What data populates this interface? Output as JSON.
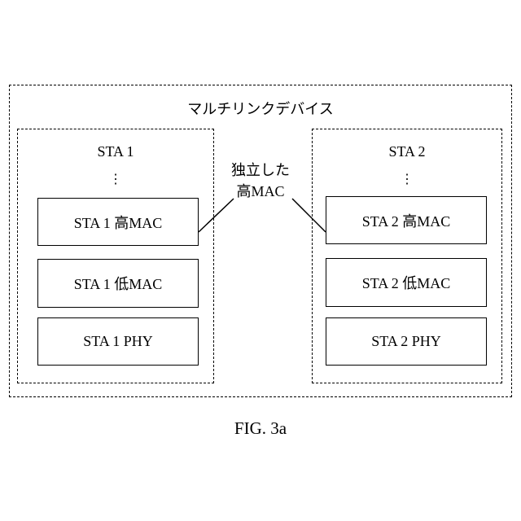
{
  "diagram": {
    "outer_title": "マルチリンクデバイス",
    "annotation": {
      "line1": "独立した",
      "line2": "高MAC"
    },
    "stations": [
      {
        "title": "STA 1",
        "dots": "⋮",
        "high_mac": "STA 1 高MAC",
        "low_mac": "STA 1 低MAC",
        "phy": "STA 1 PHY"
      },
      {
        "title": "STA 2",
        "dots": "⋮",
        "high_mac": "STA 2 高MAC",
        "low_mac": "STA 2 低MAC",
        "phy": "STA 2 PHY"
      }
    ],
    "caption": "FIG. 3a"
  }
}
